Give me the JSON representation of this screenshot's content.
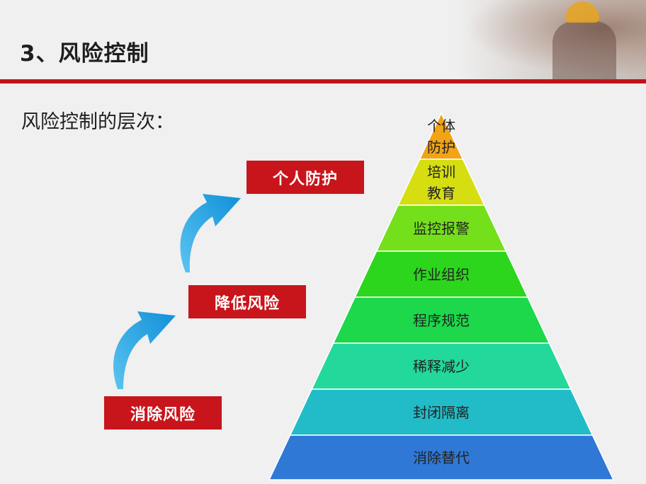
{
  "slide": {
    "title": "3、风险控制",
    "subtitle": "风险控制的层次："
  },
  "steps": {
    "step1": "消除风险",
    "step2": "降低风险",
    "step3": "个人防护"
  },
  "pyramid": {
    "tiers": [
      {
        "line1": "个体",
        "line2": "防护",
        "color": "#f2a316"
      },
      {
        "line1": "培训",
        "line2": "教育",
        "color": "#d6de12"
      },
      {
        "line1": "监控报警",
        "line2": "",
        "color": "#74e01c"
      },
      {
        "line1": "作业组织",
        "line2": "",
        "color": "#2cd61c"
      },
      {
        "line1": "程序规范",
        "line2": "",
        "color": "#1cd84a"
      },
      {
        "line1": "稀释减少",
        "line2": "",
        "color": "#22d89a"
      },
      {
        "line1": "封闭隔离",
        "line2": "",
        "color": "#22bcc8"
      },
      {
        "line1": "消除替代",
        "line2": "",
        "color": "#2f78d6"
      }
    ]
  },
  "colors": {
    "accent": "#c0141c",
    "arrow": "#1aa3e0"
  }
}
